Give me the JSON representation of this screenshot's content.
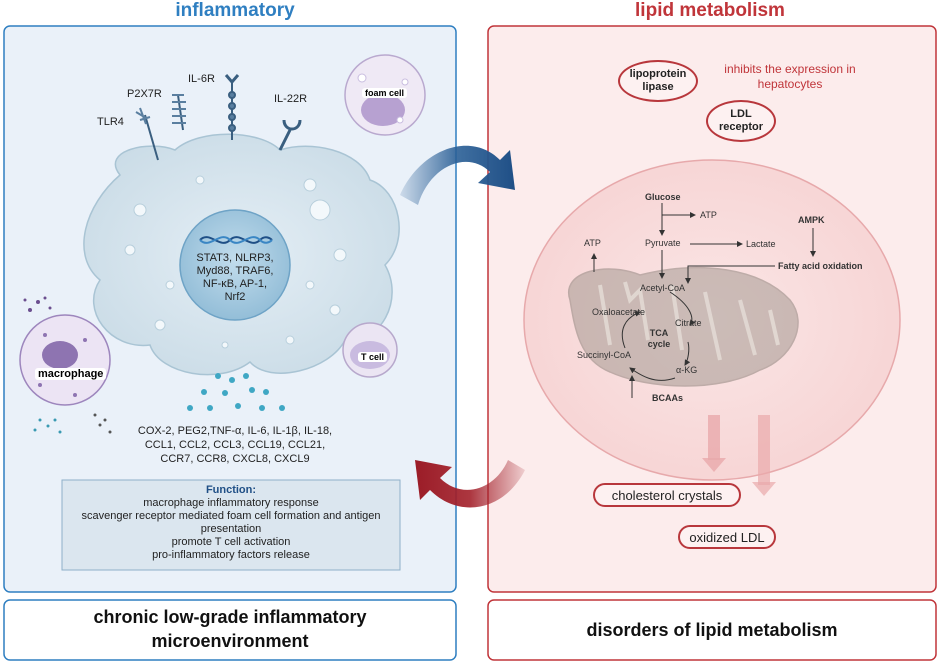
{
  "headers": {
    "left": "inflammatory",
    "right": "lipid metabolism"
  },
  "colors": {
    "left_accent": "#2f7fc1",
    "right_accent": "#c0353a",
    "left_panel_bg": "#e8f0f9",
    "right_panel_bg": "#fbe9e9"
  },
  "receptors": {
    "tlr4": "TLR4",
    "p2x7r": "P2X7R",
    "il6r": "IL-6R",
    "il22r": "IL-22R"
  },
  "cells": {
    "foam_cell": "foam cell",
    "t_cell": "T cell",
    "macrophage": "macrophage"
  },
  "nucleus_text": "STAT3, NLRP3, Myd88, TRAF6, NF-κB, AP-1, Nrf2",
  "cytokines_text": "COX-2, PEG2,TNF-α, IL-6, IL-1β, IL-18, CCL1, CCL2, CCL3, CCL19, CCL21, CCR7, CCR8, CXCL8, CXCL9",
  "function_box": {
    "title": "Function:",
    "lines": [
      "macrophage inflammatory response",
      "scavenger receptor mediated foam cell formation and antigen presentation",
      "promote T cell activation",
      "pro-inflammatory factors release"
    ]
  },
  "lipid": {
    "lipoprotein_lipase": "lipoprotein lipase",
    "ldl_receptor": "LDL receptor",
    "inhibits_text": "inhibits the expression in hepatocytes",
    "cholesterol_crystals": "cholesterol crystals",
    "oxidized_ldl": "oxidized LDL"
  },
  "metabolism": {
    "glucose": "Glucose",
    "atp_top": "ATP",
    "atp_left": "ATP",
    "pyruvate": "Pyruvate",
    "lactate": "Lactate",
    "ampk": "AMPK",
    "fatty_acid_oxidation": "Fatty acid oxidation",
    "acetyl_coa": "Acetyl-CoA",
    "oxaloacetate": "Oxaloacetate",
    "citrate": "Citrate",
    "tca_cycle": "TCA cycle",
    "succinyl_coa": "Succinyl-CoA",
    "alpha_kg": "α-KG",
    "bcaas": "BCAAs"
  },
  "footers": {
    "left": "chronic low-grade inflammatory microenvironment",
    "right": "disorders of lipid metabolism"
  }
}
